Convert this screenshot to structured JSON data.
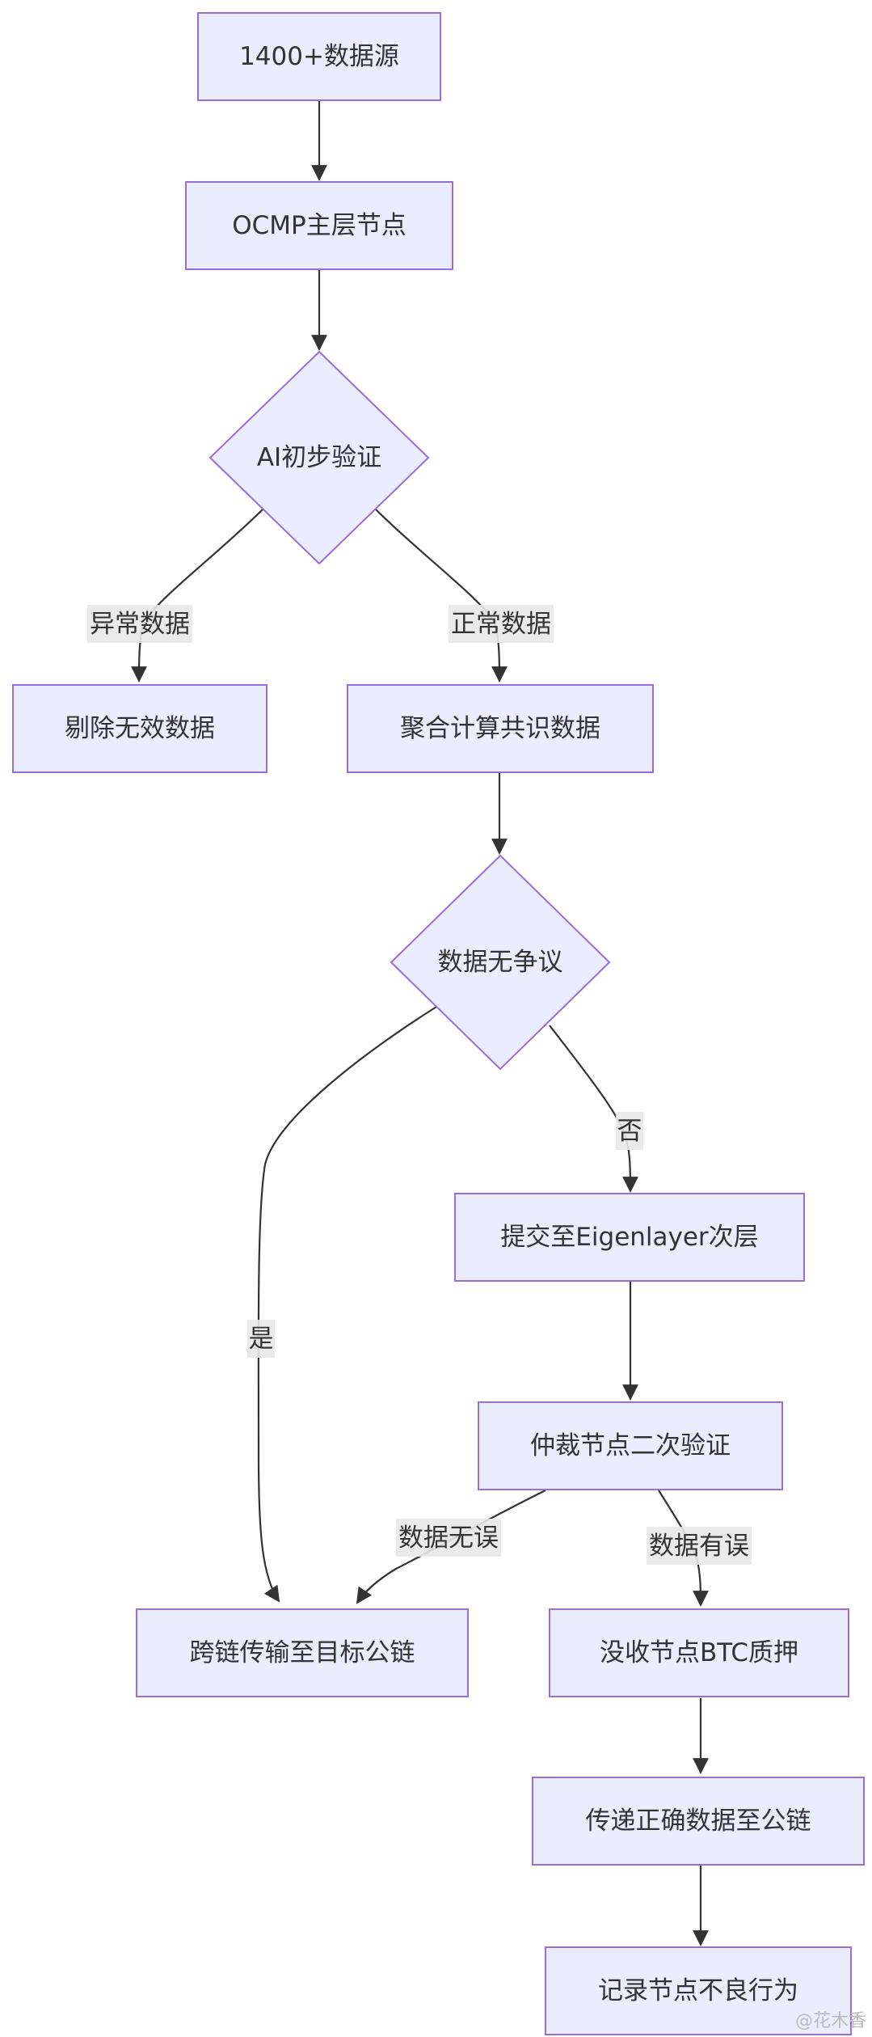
{
  "nodes": {
    "sources": "1400+数据源",
    "ocmp": "OCMP主层节点",
    "ai_check": "AI初步验证",
    "discard": "剔除无效数据",
    "aggregate": "聚合计算共识数据",
    "no_dispute": "数据无争议",
    "submit": "提交至Eigenlayer次层",
    "arbitrate": "仲裁节点二次验证",
    "cross_chain": "跨链传输至目标公链",
    "slash": "没收节点BTC质押",
    "deliver": "传递正确数据至公链",
    "record": "记录节点不良行为"
  },
  "edges": {
    "abnormal": "异常数据",
    "normal": "正常数据",
    "yes": "是",
    "no": "否",
    "data_ok": "数据无误",
    "data_err": "数据有误"
  },
  "watermark": "@花木香"
}
